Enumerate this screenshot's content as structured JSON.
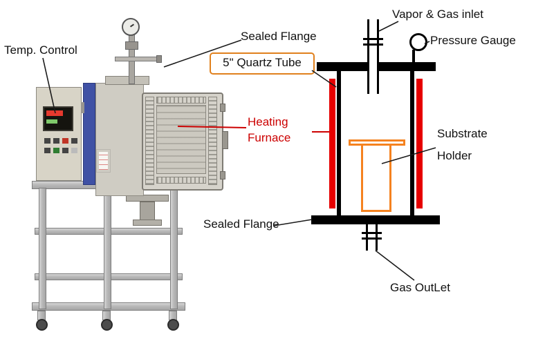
{
  "labels": {
    "temp_control": "Temp. Control",
    "sealed_flange_top": "Sealed Flange",
    "quartz_tube": "5\" Quartz Tube",
    "vapor_gas_inlet": "Vapor & Gas inlet",
    "pressure_gauge": "Pressure Gauge",
    "heating_furnace": "Heating\nFurnace",
    "substrate_holder": "Substrate\nHolder",
    "sealed_flange_bottom": "Sealed Flange",
    "gas_outlet": "Gas OutLet"
  },
  "colors": {
    "annotation_line": "#1a1a1a",
    "heating_text": "#cc0000",
    "heater_bar": "#e60000",
    "holder_outline": "#f5821f",
    "quartz_box_border": "#e0801c",
    "schematic_line": "#000000"
  }
}
